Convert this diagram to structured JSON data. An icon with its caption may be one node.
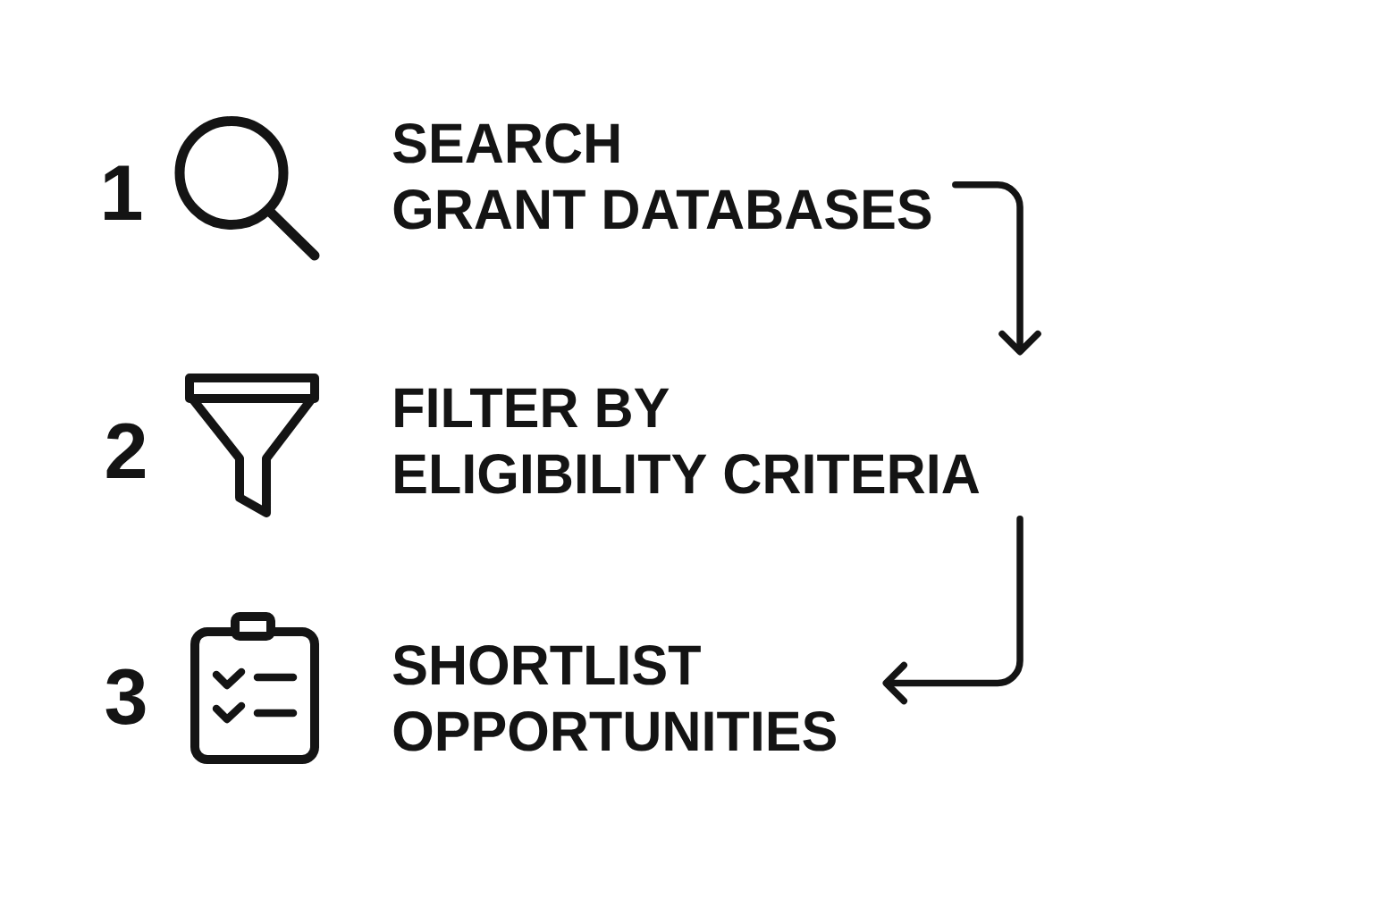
{
  "diagram": {
    "nodes": [
      {
        "text": [
          "SEARCH GRANT DATABASES"
        ]
      },
      {
        "text": [
          "FILTER BY ELIGIBILITY CRITERIA"
        ]
      },
      {
        "text": [
          "SHORTLIST OPPORTUNITIES"
        ]
      }
    ],
    "edges": [
      {
        "from": 0,
        "to": 1,
        "arrow": "to"
      },
      {
        "from": 1,
        "to": 2,
        "arrow": "to"
      }
    ],
    "labels": [
      "1",
      "2",
      "3"
    ]
  }
}
